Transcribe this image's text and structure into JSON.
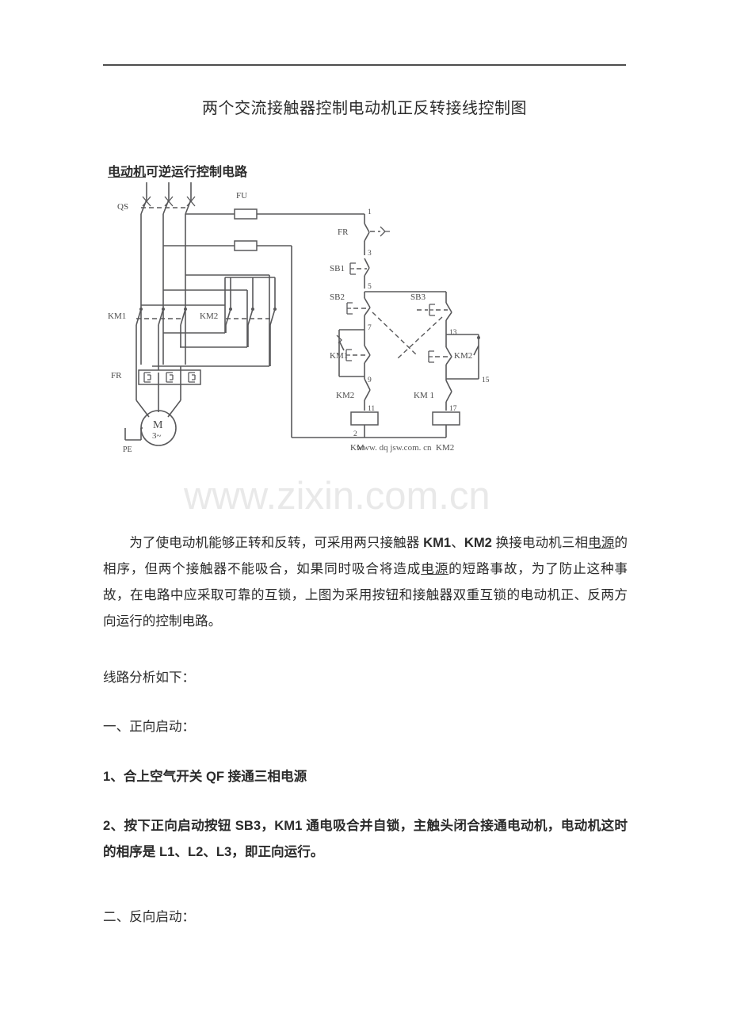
{
  "document": {
    "title": "两个交流接触器控制电动机正反转接线控制图",
    "subtitle_underlined": "电动机",
    "subtitle_rest": "可逆运行控制电路"
  },
  "watermark": {
    "big": "www.zixin.com.cn",
    "small": "www. dq jsw.com. cn"
  },
  "figure": {
    "caption_alt": "电动机可逆运行控制电路图",
    "power_labels": {
      "disconnect": "QS",
      "fuse": "FU",
      "contactor_1": "KM1",
      "contactor_2": "KM2",
      "thermal_relay": "FR",
      "motor_symbol": "M",
      "motor_phase": "3~",
      "ground": "PE"
    },
    "control_labels": {
      "thermal_nc": "FR",
      "stop_button": "SB1",
      "fwd_button": "SB2",
      "rev_button": "SB3",
      "interlock_left": "KM1",
      "interlock_right": "KM2",
      "series_nc_left": "KM2",
      "series_nc_right": "KM 1",
      "coil_left": "KM",
      "coil_right": "KM2"
    },
    "node_numbers": [
      "1",
      "3",
      "5",
      "7",
      "9",
      "11",
      "2",
      "13",
      "15",
      "17"
    ]
  },
  "text": {
    "lead_p1": "为了使电动机能够正转和反转，可采用两只接触器 ",
    "lead_km1": "KM1",
    "lead_sep1": "、",
    "lead_km2": "KM2",
    "lead_p2": " 换接电动机三相",
    "lead_link1": "电源",
    "lead_p3": "的相序，但两个接触器不能吸合，如果同时吸合将造成",
    "lead_link2": "电源",
    "lead_p4": "的短路事故，为了防止这种事故，在电路中应采取可靠的互锁，上图为采用按钮和接触器双重互锁的电动机正、反两方向运行的控制电路。",
    "analysis": "线路分析如下：",
    "forward_heading": "一、正向启动：",
    "step1": "1、合上空气开关 QF 接通三相电源",
    "step2_a": "2、按下正向启动按钮 SB3，KM1 通电吸合并自锁，主触头闭合接通电动机，电动机这时的相序是 L1、L2、L3，即正向运行。",
    "reverse_heading": "二、反向启动："
  },
  "colors": {
    "ink": "#2b2b2b",
    "rule": "#4d4d4d",
    "wire": "#58585a",
    "watermark": "#e9e9e9"
  }
}
